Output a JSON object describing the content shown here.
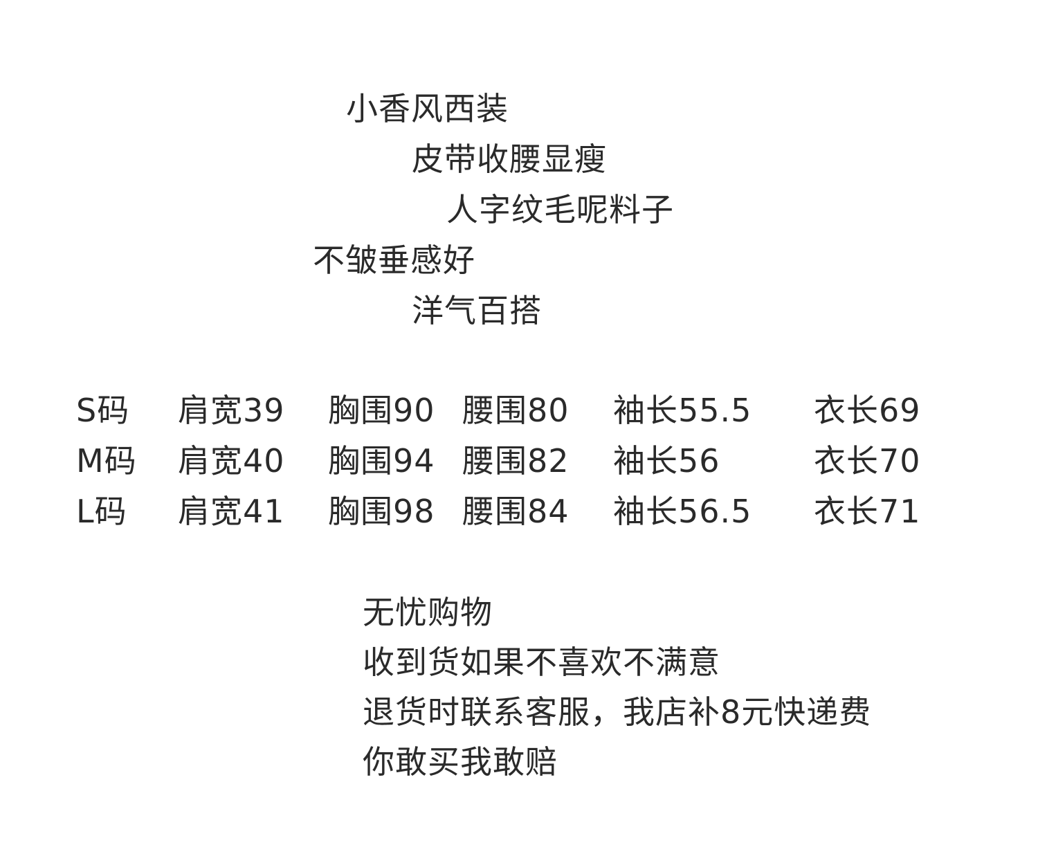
{
  "features": [
    "小香风西装",
    "皮带收腰显瘦",
    "人字纹毛呢料子",
    "不皱垂感好",
    "洋气百搭"
  ],
  "size_table": {
    "rows": [
      {
        "size": "S码",
        "shoulder": "肩宽39",
        "bust": "胸围90",
        "waist": "腰围80",
        "sleeve": "袖长55.5",
        "length": "衣长69"
      },
      {
        "size": "M码",
        "shoulder": "肩宽40",
        "bust": "胸围94",
        "waist": "腰围82",
        "sleeve": "袖长56",
        "length": "衣长70"
      },
      {
        "size": "L码",
        "shoulder": "肩宽41",
        "bust": "胸围98",
        "waist": "腰围84",
        "sleeve": "袖长56.5",
        "length": "衣长71"
      }
    ]
  },
  "guarantee": [
    "无忧购物",
    "收到货如果不喜欢不满意",
    "退货时联系客服，我店补8元快递费",
    "你敢买我敢赔"
  ]
}
